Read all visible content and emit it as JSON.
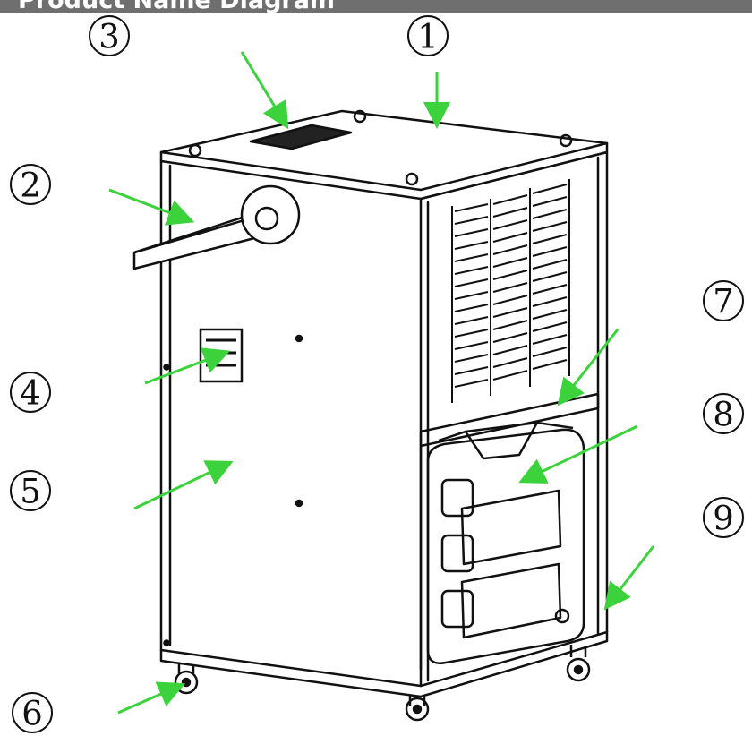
{
  "header": {
    "title": "Product Name Diagram"
  },
  "colors": {
    "header_bar": "#6f6f6f",
    "line": "#111111",
    "arrow": "#3cd23c"
  },
  "icons": {
    "caster": "caster-wheel-icon",
    "handle": "handle-icon"
  },
  "callouts": [
    {
      "number": "1"
    },
    {
      "number": "2"
    },
    {
      "number": "3"
    },
    {
      "number": "4"
    },
    {
      "number": "5"
    },
    {
      "number": "6"
    },
    {
      "number": "7"
    },
    {
      "number": "8"
    },
    {
      "number": "9"
    }
  ]
}
